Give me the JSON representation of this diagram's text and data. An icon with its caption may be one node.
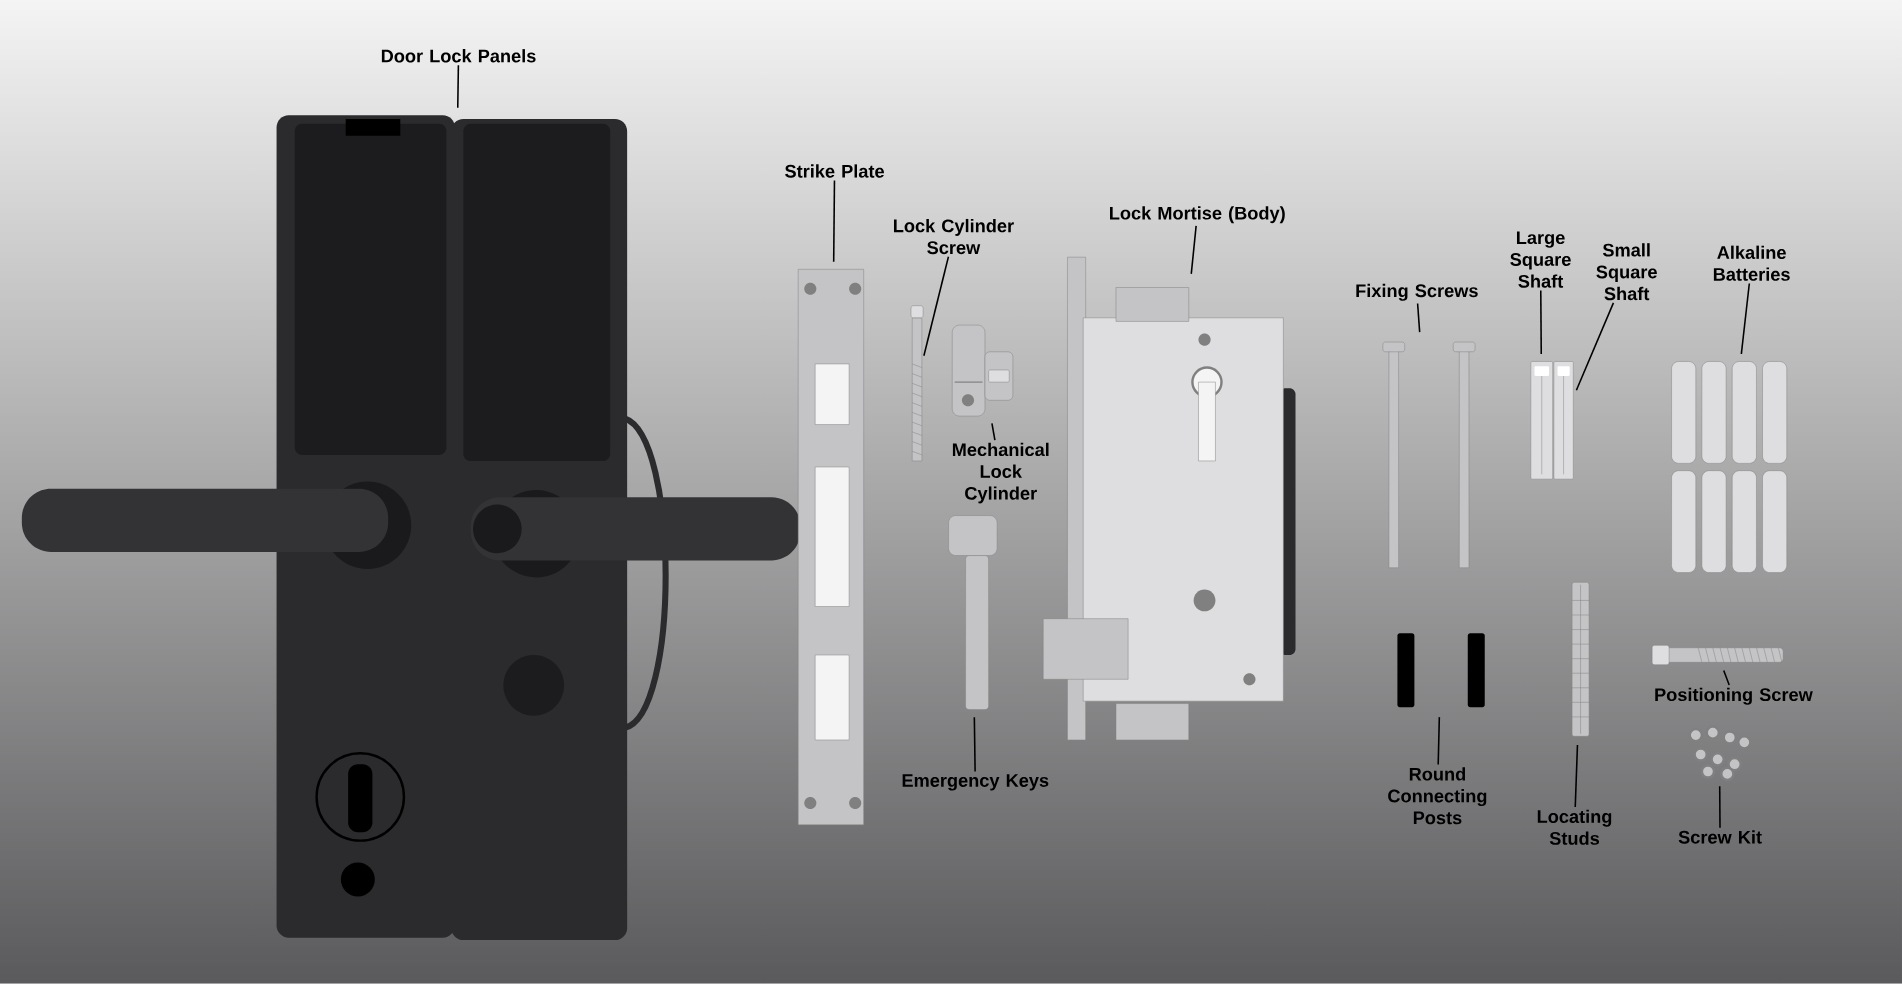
{
  "diagram": {
    "nodes": [
      {
        "text": [
          "Door Lock Panels"
        ]
      },
      {
        "text": [
          "Strike Plate"
        ]
      },
      {
        "text": [
          "Lock Cylinder Screw"
        ]
      },
      {
        "text": [
          "Mechanical Lock Cylinder"
        ]
      },
      {
        "text": [
          "Emergency Keys"
        ]
      },
      {
        "text": [
          "Lock Mortise (Body)"
        ]
      },
      {
        "text": [
          "Fixing Screws"
        ]
      },
      {
        "text": [
          "Large Square Shaft"
        ]
      },
      {
        "text": [
          "Small Square Shaft"
        ]
      },
      {
        "text": [
          "Alkaline Batteries"
        ]
      },
      {
        "text": [
          "Round Connecting Posts"
        ]
      },
      {
        "text": [
          "Locating Studs"
        ]
      },
      {
        "text": [
          "Positioning Screw"
        ]
      },
      {
        "text": [
          "Screw Kit"
        ]
      },
      {
        "text": [],
        "shape": "picture"
      },
      {
        "text": [],
        "shape": "picture"
      },
      {
        "text": [],
        "shape": "picture"
      },
      {
        "text": [],
        "shape": "picture"
      },
      {
        "text": [],
        "shape": "picture"
      },
      {
        "text": [],
        "shape": "picture"
      },
      {
        "text": [],
        "shape": "picture"
      },
      {
        "text": [],
        "shape": "picture"
      },
      {
        "text": [],
        "shape": "picture"
      },
      {
        "text": [],
        "shape": "picture"
      },
      {
        "text": [],
        "shape": "picture"
      },
      {
        "text": [],
        "shape": "picture"
      },
      {
        "text": [],
        "shape": "picture"
      },
      {
        "text": [],
        "shape": "picture"
      }
    ],
    "edges": [
      {
        "from": 0,
        "to": 14,
        "arrow": "none"
      },
      {
        "from": 1,
        "to": 15,
        "arrow": "none"
      },
      {
        "from": 2,
        "to": 16,
        "arrow": "none"
      },
      {
        "from": 3,
        "to": 17,
        "arrow": "none"
      },
      {
        "from": 4,
        "to": 18,
        "arrow": "none"
      },
      {
        "from": 5,
        "to": 19,
        "arrow": "none"
      },
      {
        "from": 6,
        "to": 20,
        "arrow": "none"
      },
      {
        "from": 7,
        "to": 21,
        "arrow": "none"
      },
      {
        "from": 8,
        "to": 22,
        "arrow": "none"
      },
      {
        "from": 9,
        "to": 23,
        "arrow": "none"
      },
      {
        "from": 10,
        "to": 24,
        "arrow": "none"
      },
      {
        "from": 11,
        "to": 25,
        "arrow": "none"
      },
      {
        "from": 12,
        "to": 26,
        "arrow": "none"
      },
      {
        "from": 13,
        "to": 27,
        "arrow": "none"
      }
    ]
  }
}
